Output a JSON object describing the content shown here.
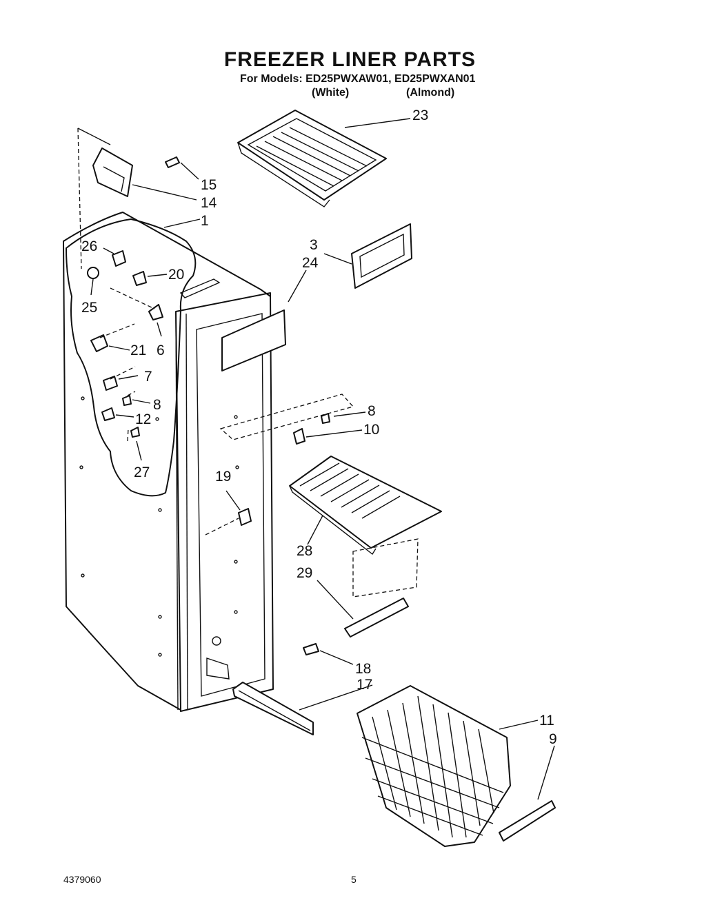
{
  "header": {
    "title": "FREEZER LINER PARTS",
    "models_line": "For Models: ED25PWXAW01, ED25PWXAN01",
    "variant_white": "(White)",
    "variant_almond": "(Almond)"
  },
  "callouts": {
    "c1": "1",
    "c3": "3",
    "c6": "6",
    "c7": "7",
    "c8a": "8",
    "c8b": "8",
    "c9": "9",
    "c10": "10",
    "c11": "11",
    "c12": "12",
    "c14": "14",
    "c15": "15",
    "c17": "17",
    "c18": "18",
    "c19": "19",
    "c20": "20",
    "c21": "21",
    "c23": "23",
    "c24": "24",
    "c25": "25",
    "c26": "26",
    "c27": "27",
    "c28": "28",
    "c29": "29"
  },
  "footer": {
    "document_number": "4379060",
    "page_number": "5"
  }
}
